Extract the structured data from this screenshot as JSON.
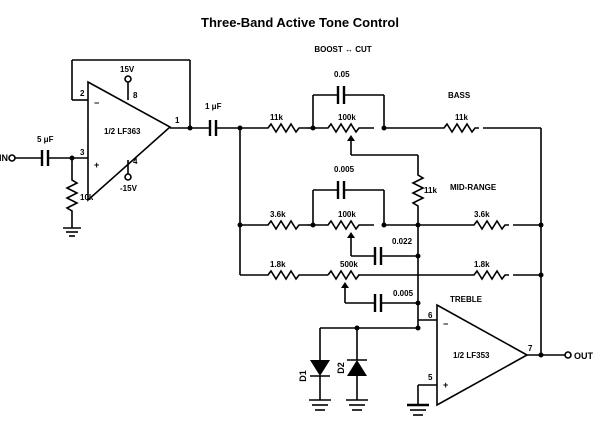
{
  "title": "Three-Band Active Tone Control",
  "header": {
    "boost_cut": "BOOST ↔ CUT"
  },
  "sections": {
    "bass": "BASS",
    "mid": "MID-RANGE",
    "treble": "TREBLE"
  },
  "op_amp_1": {
    "name": "1/2 LF363",
    "supply_pos": "15V",
    "supply_neg": "-15V",
    "pin_inverting": "2",
    "pin_noninverting": "3",
    "pin_output": "1",
    "pin_top": "8",
    "pin_bottom": "4"
  },
  "op_amp_2": {
    "name": "1/2 LF353",
    "pin_inverting": "6",
    "pin_noninverting": "5",
    "pin_output": "7"
  },
  "terminals": {
    "input": "IN",
    "output": "OUT"
  },
  "components": {
    "c_in": "5 μF",
    "r_in": "10k",
    "c_couple": "1 μF",
    "bass_r_left": "11k",
    "bass_pot": "100k",
    "bass_cap": "0.05",
    "bass_r_right": "11k",
    "r_11k_vertical": "11k",
    "mid_r_left": "3.6k",
    "mid_pot": "100k",
    "mid_cap_top": "0.005",
    "mid_cap_bottom": "0.022",
    "mid_r_right": "3.6k",
    "treble_r_left": "1.8k",
    "treble_pot": "500k",
    "treble_cap": "0.005",
    "treble_r_right": "1.8k",
    "diode_1": "D1",
    "diode_2": "D2"
  }
}
